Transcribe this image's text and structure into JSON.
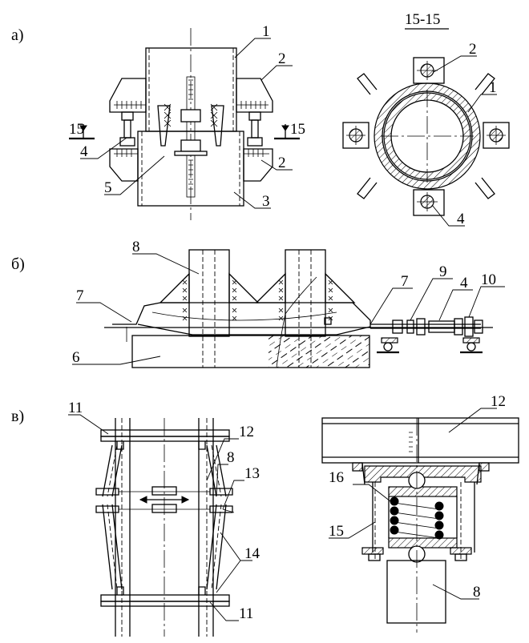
{
  "panels": {
    "a": {
      "label": "а)",
      "section_title": "15-15",
      "callouts": [
        "1",
        "2",
        "2",
        "3",
        "4",
        "5",
        "15",
        "15"
      ],
      "section_callouts": [
        "1",
        "2",
        "4"
      ]
    },
    "b": {
      "label": "б)",
      "callouts": [
        "8",
        "7",
        "7",
        "6",
        "9",
        "4",
        "10"
      ]
    },
    "c": {
      "label": "в)",
      "callouts": [
        "11",
        "12",
        "8",
        "13",
        "14",
        "11"
      ],
      "detail_callouts": [
        "12",
        "16",
        "15",
        "8"
      ]
    }
  }
}
